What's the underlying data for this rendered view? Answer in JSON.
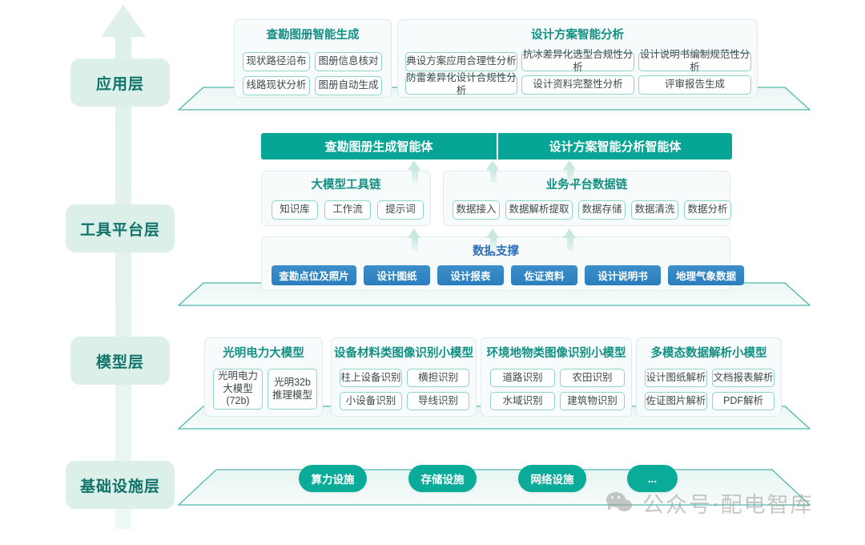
{
  "diagram": {
    "title_watermark": "公众号·配电智库",
    "colors": {
      "teal": "#06a596",
      "teal_pill": "#0aab99",
      "blue": "#2a7ebc",
      "chip_border": "#8fd4ca",
      "panel_bg": "#f7fbfc",
      "layer_chip_bg": "#dcefe9",
      "layer_chip_text": "#10736a",
      "title_green": "#119083",
      "title_blue": "#2f6fb5",
      "platform_edge": "#4fb9ab"
    }
  },
  "layers": [
    {
      "name": "应用层"
    },
    {
      "name": "工具平台层"
    },
    {
      "name": "模型层"
    },
    {
      "name": "基础设施层"
    }
  ],
  "application_layer": {
    "groups": [
      {
        "title": "查勘图册智能生成",
        "items": [
          "现状路径沿布",
          "图册信息核对",
          "线路现状分析",
          "图册自动生成"
        ]
      },
      {
        "title": "设计方案智能分析",
        "items": [
          "典设方案应用合理性分析",
          "抗冰差异化选型合规性分析",
          "设计说明书编制规范性分析",
          "防雷差异化设计合规性分析",
          "设计资料完整性分析",
          "评审报告生成"
        ]
      }
    ]
  },
  "tool_platform_layer": {
    "agents": [
      "查勘图册生成智能体",
      "设计方案智能分析智能体"
    ],
    "chains": [
      {
        "title": "大模型工具链",
        "items": [
          "知识库",
          "工作流",
          "提示词"
        ]
      },
      {
        "title": "业务平台数据链",
        "items": [
          "数据接入",
          "数据解析提取",
          "数据存储",
          "数据清洗",
          "数据分析"
        ]
      }
    ],
    "data_support": {
      "title": "数据支撑",
      "items": [
        "查勘点位及照片",
        "设计图纸",
        "设计报表",
        "佐证资料",
        "设计说明书",
        "地理气象数据"
      ]
    }
  },
  "model_layer": {
    "groups": [
      {
        "title": "光明电力大模型",
        "items": [
          "光明电力大模型(72b)",
          "光明32b推理模型"
        ]
      },
      {
        "title": "设备材料类图像识别小模型",
        "items": [
          "柱上设备识别",
          "横担识别",
          "小设备识别",
          "导线识别"
        ]
      },
      {
        "title": "环境地物类图像识别小模型",
        "items": [
          "道路识别",
          "农田识别",
          "水域识别",
          "建筑物识别"
        ]
      },
      {
        "title": "多模态数据解析小模型",
        "items": [
          "设计图纸解析",
          "文档报表解析",
          "佐证图片解析",
          "PDF解析"
        ]
      }
    ]
  },
  "infrastructure_layer": {
    "items": [
      "算力设施",
      "存储设施",
      "网络设施",
      "..."
    ]
  }
}
